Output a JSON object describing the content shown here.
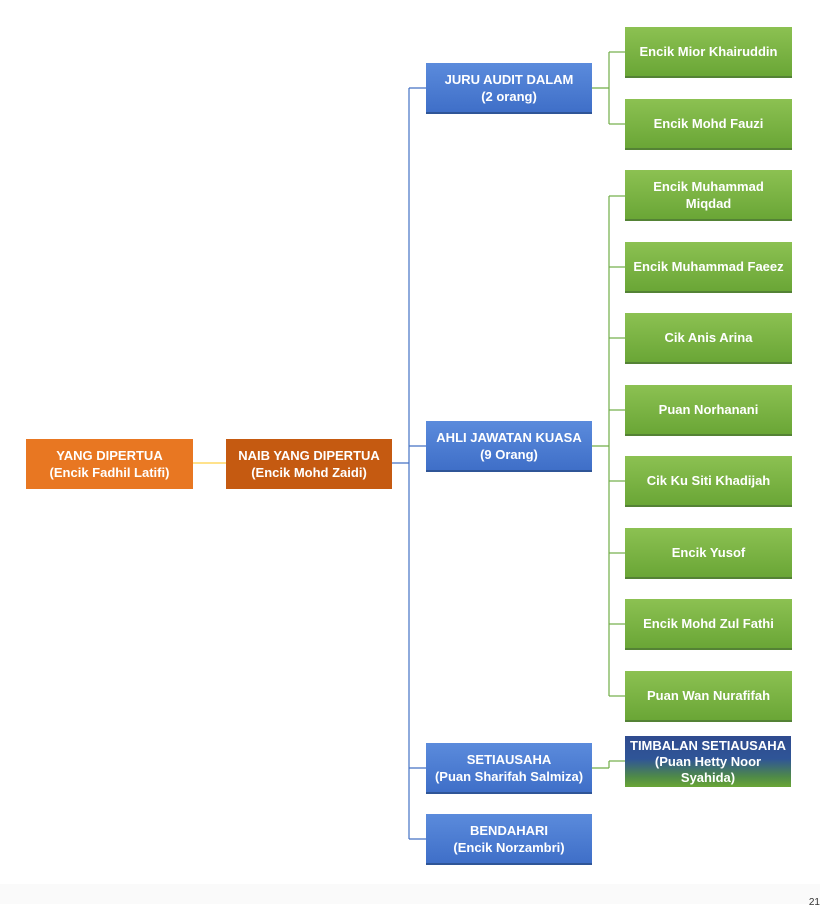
{
  "colors": {
    "connector_blue": "#4472c4",
    "connector_green": "#70ad47",
    "connector_yellow": "#ffd966"
  },
  "nodes": {
    "yang_dipertua": {
      "title": "YANG DIPERTUA",
      "name": "(Encik Fadhil Latifi)"
    },
    "naib_yang_dipertua": {
      "title": "NAIB YANG DIPERTUA",
      "name": "(Encik Mohd Zaidi)"
    },
    "juru_audit": {
      "title": "JURU  AUDIT DALAM",
      "name": "(2 orang)"
    },
    "ajk": {
      "title": "AHLI JAWATAN  KUASA",
      "name": "(9 Orang)"
    },
    "setiausaha": {
      "title": "SETIAUSAHA",
      "name": "(Puan Sharifah Salmiza)"
    },
    "bendahari": {
      "title": "BENDAHARI",
      "name": "(Encik Norzambri)"
    },
    "timbalan_setiausaha": {
      "title": "TIMBALAN SETIAUSAHA",
      "name": "(Puan Hetty Noor",
      "name2": "Syahida)"
    }
  },
  "auditors": [
    "Encik Mior Khairuddin",
    "Encik Mohd Fauzi"
  ],
  "committee": [
    "Encik Muhammad Miqdad",
    "Encik Muhammad Faeez",
    "Cik Anis Arina",
    "Puan Norhanani",
    "Cik Ku Siti Khadijah",
    "Encik Yusof",
    "Encik Mohd Zul Fathi",
    "Puan Wan Nurafifah"
  ],
  "page_number": "21"
}
